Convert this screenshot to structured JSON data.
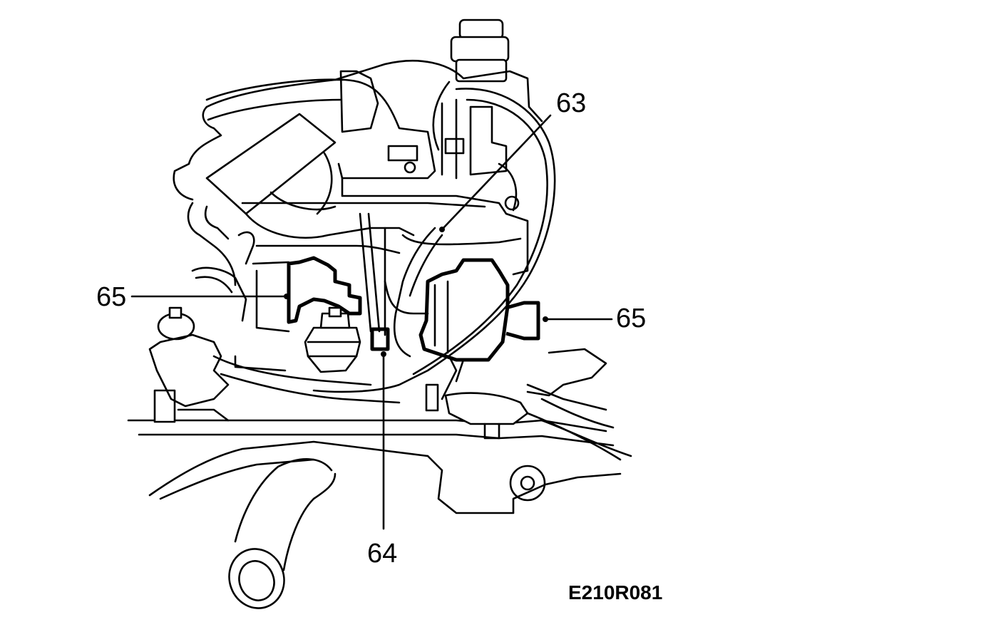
{
  "figure": {
    "figure_code": "E210R081",
    "callouts": [
      {
        "id": "c63",
        "label": "63"
      },
      {
        "id": "c64",
        "label": "64"
      },
      {
        "id": "c65-left",
        "label": "65"
      },
      {
        "id": "c65-right",
        "label": "65"
      }
    ]
  },
  "colors": {
    "line": "#000000",
    "background": "#ffffff"
  }
}
